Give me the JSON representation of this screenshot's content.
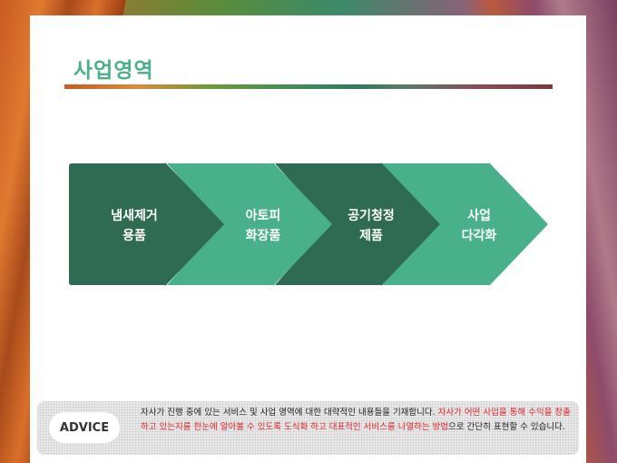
{
  "slide": {
    "title": "사업영역"
  },
  "arrows": [
    {
      "line1": "냄새제거",
      "line2": "용품",
      "color": "#2f6b52"
    },
    {
      "line1": "아토피",
      "line2": "화장품",
      "color": "#48b08a"
    },
    {
      "line1": "공기청정",
      "line2": "제품",
      "color": "#2f6b52"
    },
    {
      "line1": "사업",
      "line2": "다각화",
      "color": "#48b08a"
    }
  ],
  "advice": {
    "badge": "ADVICE",
    "text_black_1": "자사가 진행 중에 있는 서비스 및 사업 영역에 대한 대략적인 내용들을 기재합니다. ",
    "text_red": "자사가 어떤 사업을 통해 수익을 창출하고 있는지를 한눈에 알아볼 수 있도록 도식화 하고 대표적인 서비스를 나열하는 방법",
    "text_black_2": "으로 간단히 표현할 수 있습니다."
  }
}
